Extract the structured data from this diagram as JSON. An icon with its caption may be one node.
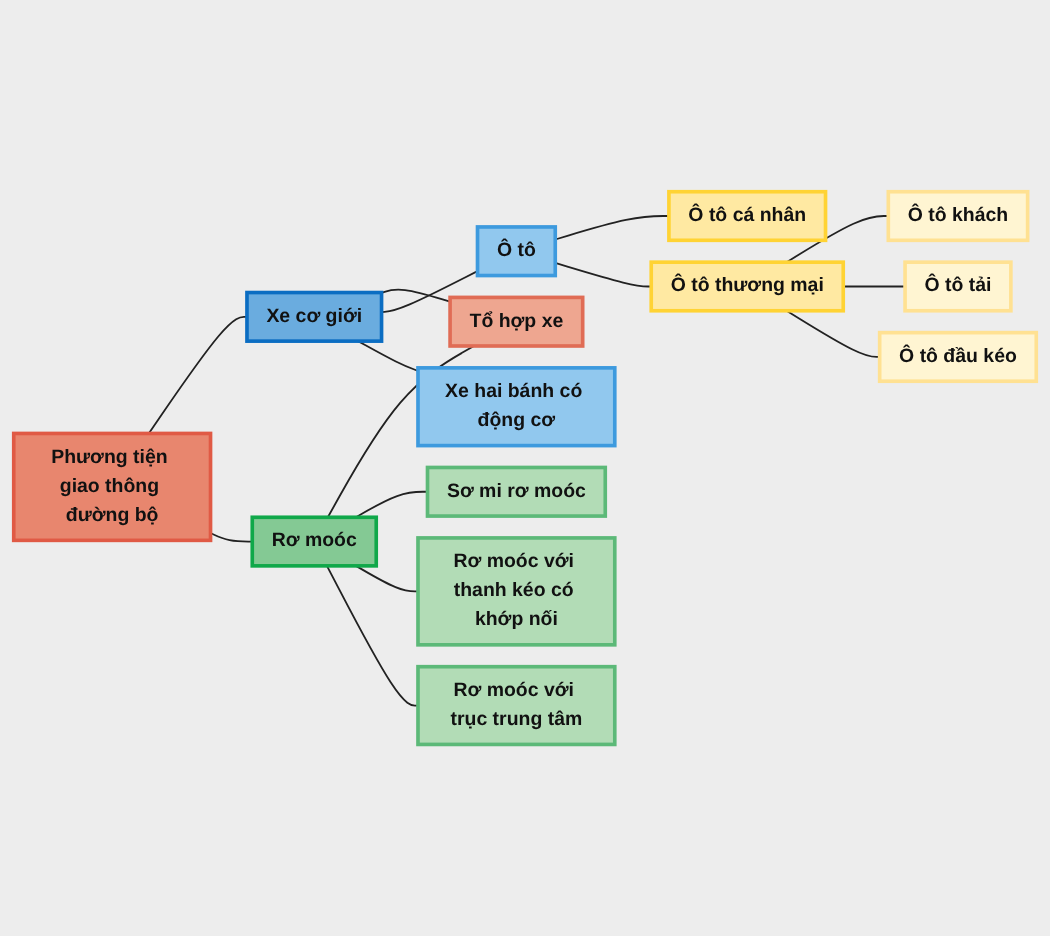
{
  "diagram": {
    "nodes": [
      {
        "text": [
          "Phương tiện giao thông đường bộ"
        ]
      },
      {
        "text": [
          "Xe cơ giới"
        ]
      },
      {
        "text": [
          "Rơ moóc"
        ]
      },
      {
        "text": [
          "Tổ hợp xe"
        ]
      },
      {
        "text": [
          "Ô tô"
        ]
      },
      {
        "text": [
          "Sơ mi rơ moóc"
        ]
      },
      {
        "text": [
          "Ô tô cá nhân"
        ]
      },
      {
        "text": [
          "Rơ moóc với thanh kéo có khớp nối"
        ]
      },
      {
        "text": [
          "Ô tô thương mại"
        ]
      },
      {
        "text": [
          "Rơ moóc với trục trung tâm"
        ]
      },
      {
        "text": [
          "Ô tô khách"
        ]
      },
      {
        "text": [
          "Ô tô tải"
        ]
      },
      {
        "text": [
          "Ô tô đầu kéo"
        ]
      },
      {
        "text": [
          "Xe hai bánh có động cơ"
        ]
      }
    ],
    "edges": [
      {
        "from": 0,
        "to": 1,
        "arrow": "none"
      },
      {
        "from": 0,
        "to": 2,
        "arrow": "none"
      },
      {
        "from": 1,
        "to": 3,
        "arrow": "none"
      },
      {
        "from": 2,
        "to": 3,
        "arrow": "none"
      },
      {
        "from": 1,
        "to": 4,
        "arrow": "none"
      },
      {
        "from": 1,
        "to": 13,
        "arrow": "none"
      },
      {
        "from": 4,
        "to": 6,
        "arrow": "none"
      },
      {
        "from": 4,
        "to": 8,
        "arrow": "none"
      },
      {
        "from": 8,
        "to": 10,
        "arrow": "none"
      },
      {
        "from": 8,
        "to": 11,
        "arrow": "none"
      },
      {
        "from": 8,
        "to": 12,
        "arrow": "none"
      },
      {
        "from": 2,
        "to": 5,
        "arrow": "none"
      },
      {
        "from": 2,
        "to": 7,
        "arrow": "none"
      },
      {
        "from": 2,
        "to": 9,
        "arrow": "none"
      }
    ]
  }
}
